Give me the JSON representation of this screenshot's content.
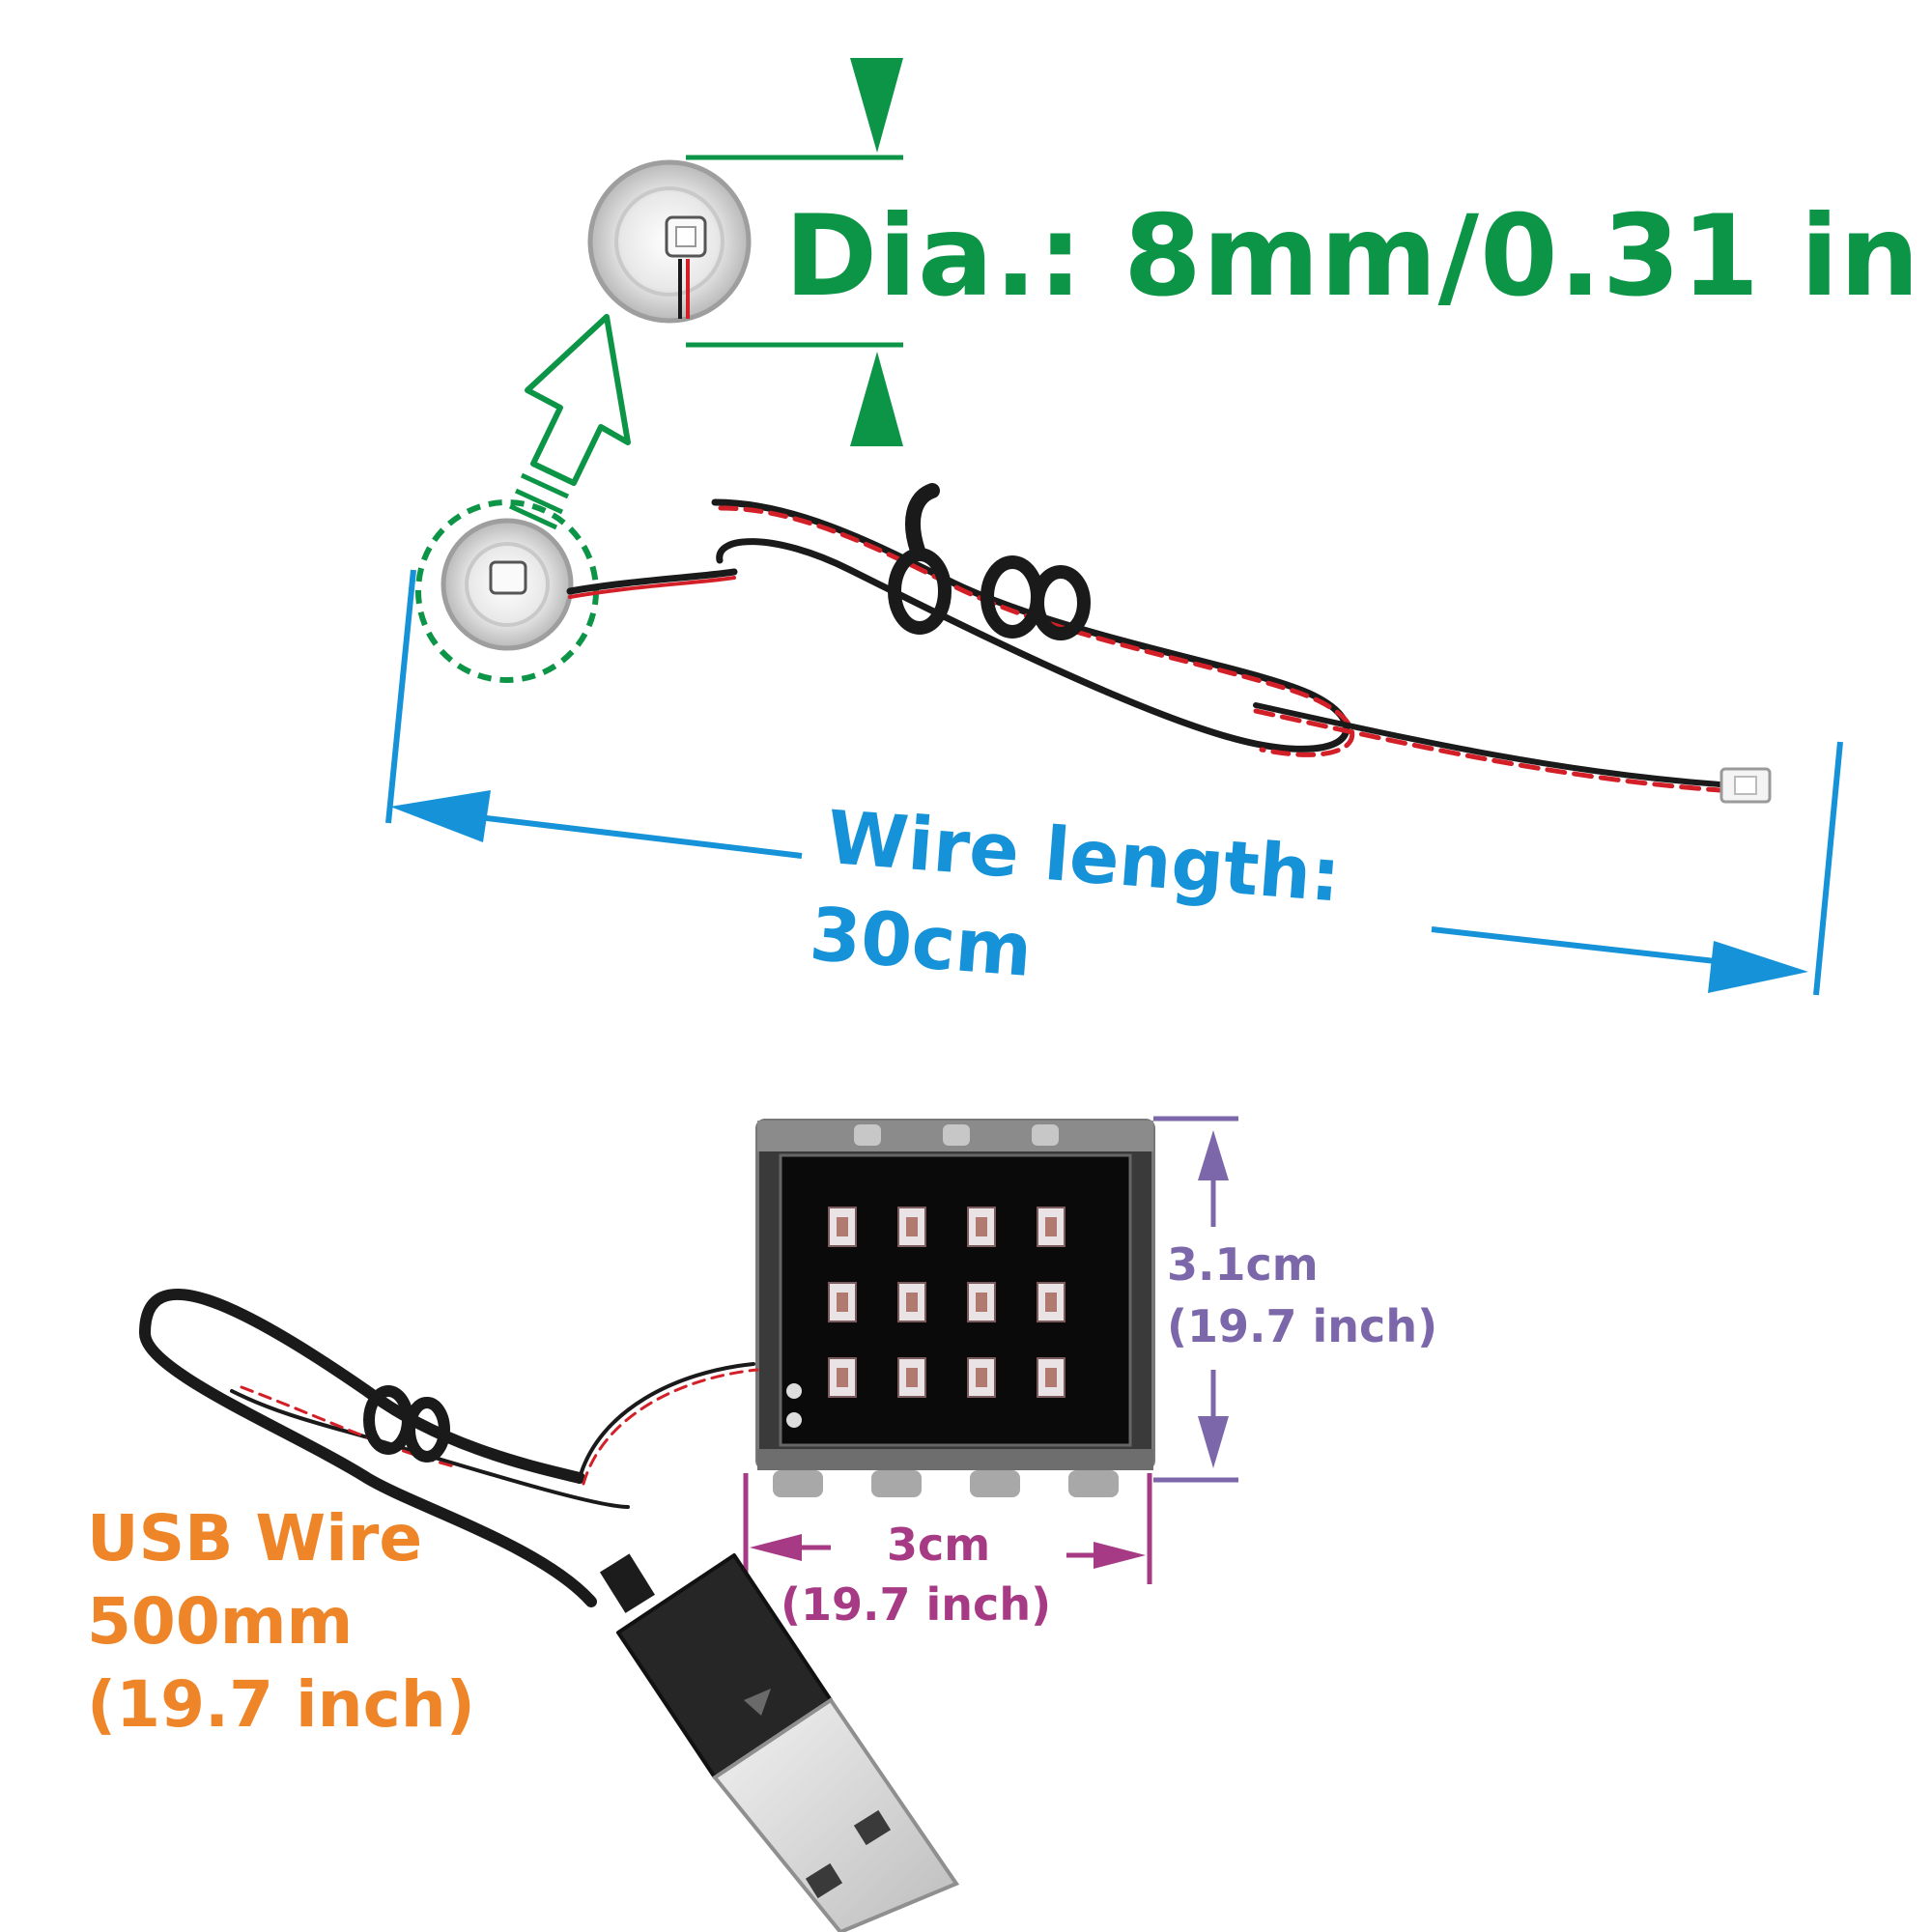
{
  "colors": {
    "diameter_green": "#0c9447",
    "wire_blue": "#1592d8",
    "height_purple": "#7b67a9",
    "width_magenta": "#a73a84",
    "usb_orange": "#ee8528",
    "wire_red": "#d32028",
    "wire_black": "#1a1a1a"
  },
  "labels": {
    "diameter": "Dia.: 8mm/0.31 in",
    "wire_length_label": "Wire length:",
    "wire_length_value": "30cm",
    "height_line1": "3.1cm",
    "height_line2": "(19.7 inch)",
    "width_line1": "3cm",
    "width_line2": "(19.7 inch)",
    "usb_line1": "USB Wire",
    "usb_line2": "500mm",
    "usb_line3": "(19.7 inch)"
  },
  "components": {
    "led_board_rows": 3,
    "led_board_cols": 4
  }
}
